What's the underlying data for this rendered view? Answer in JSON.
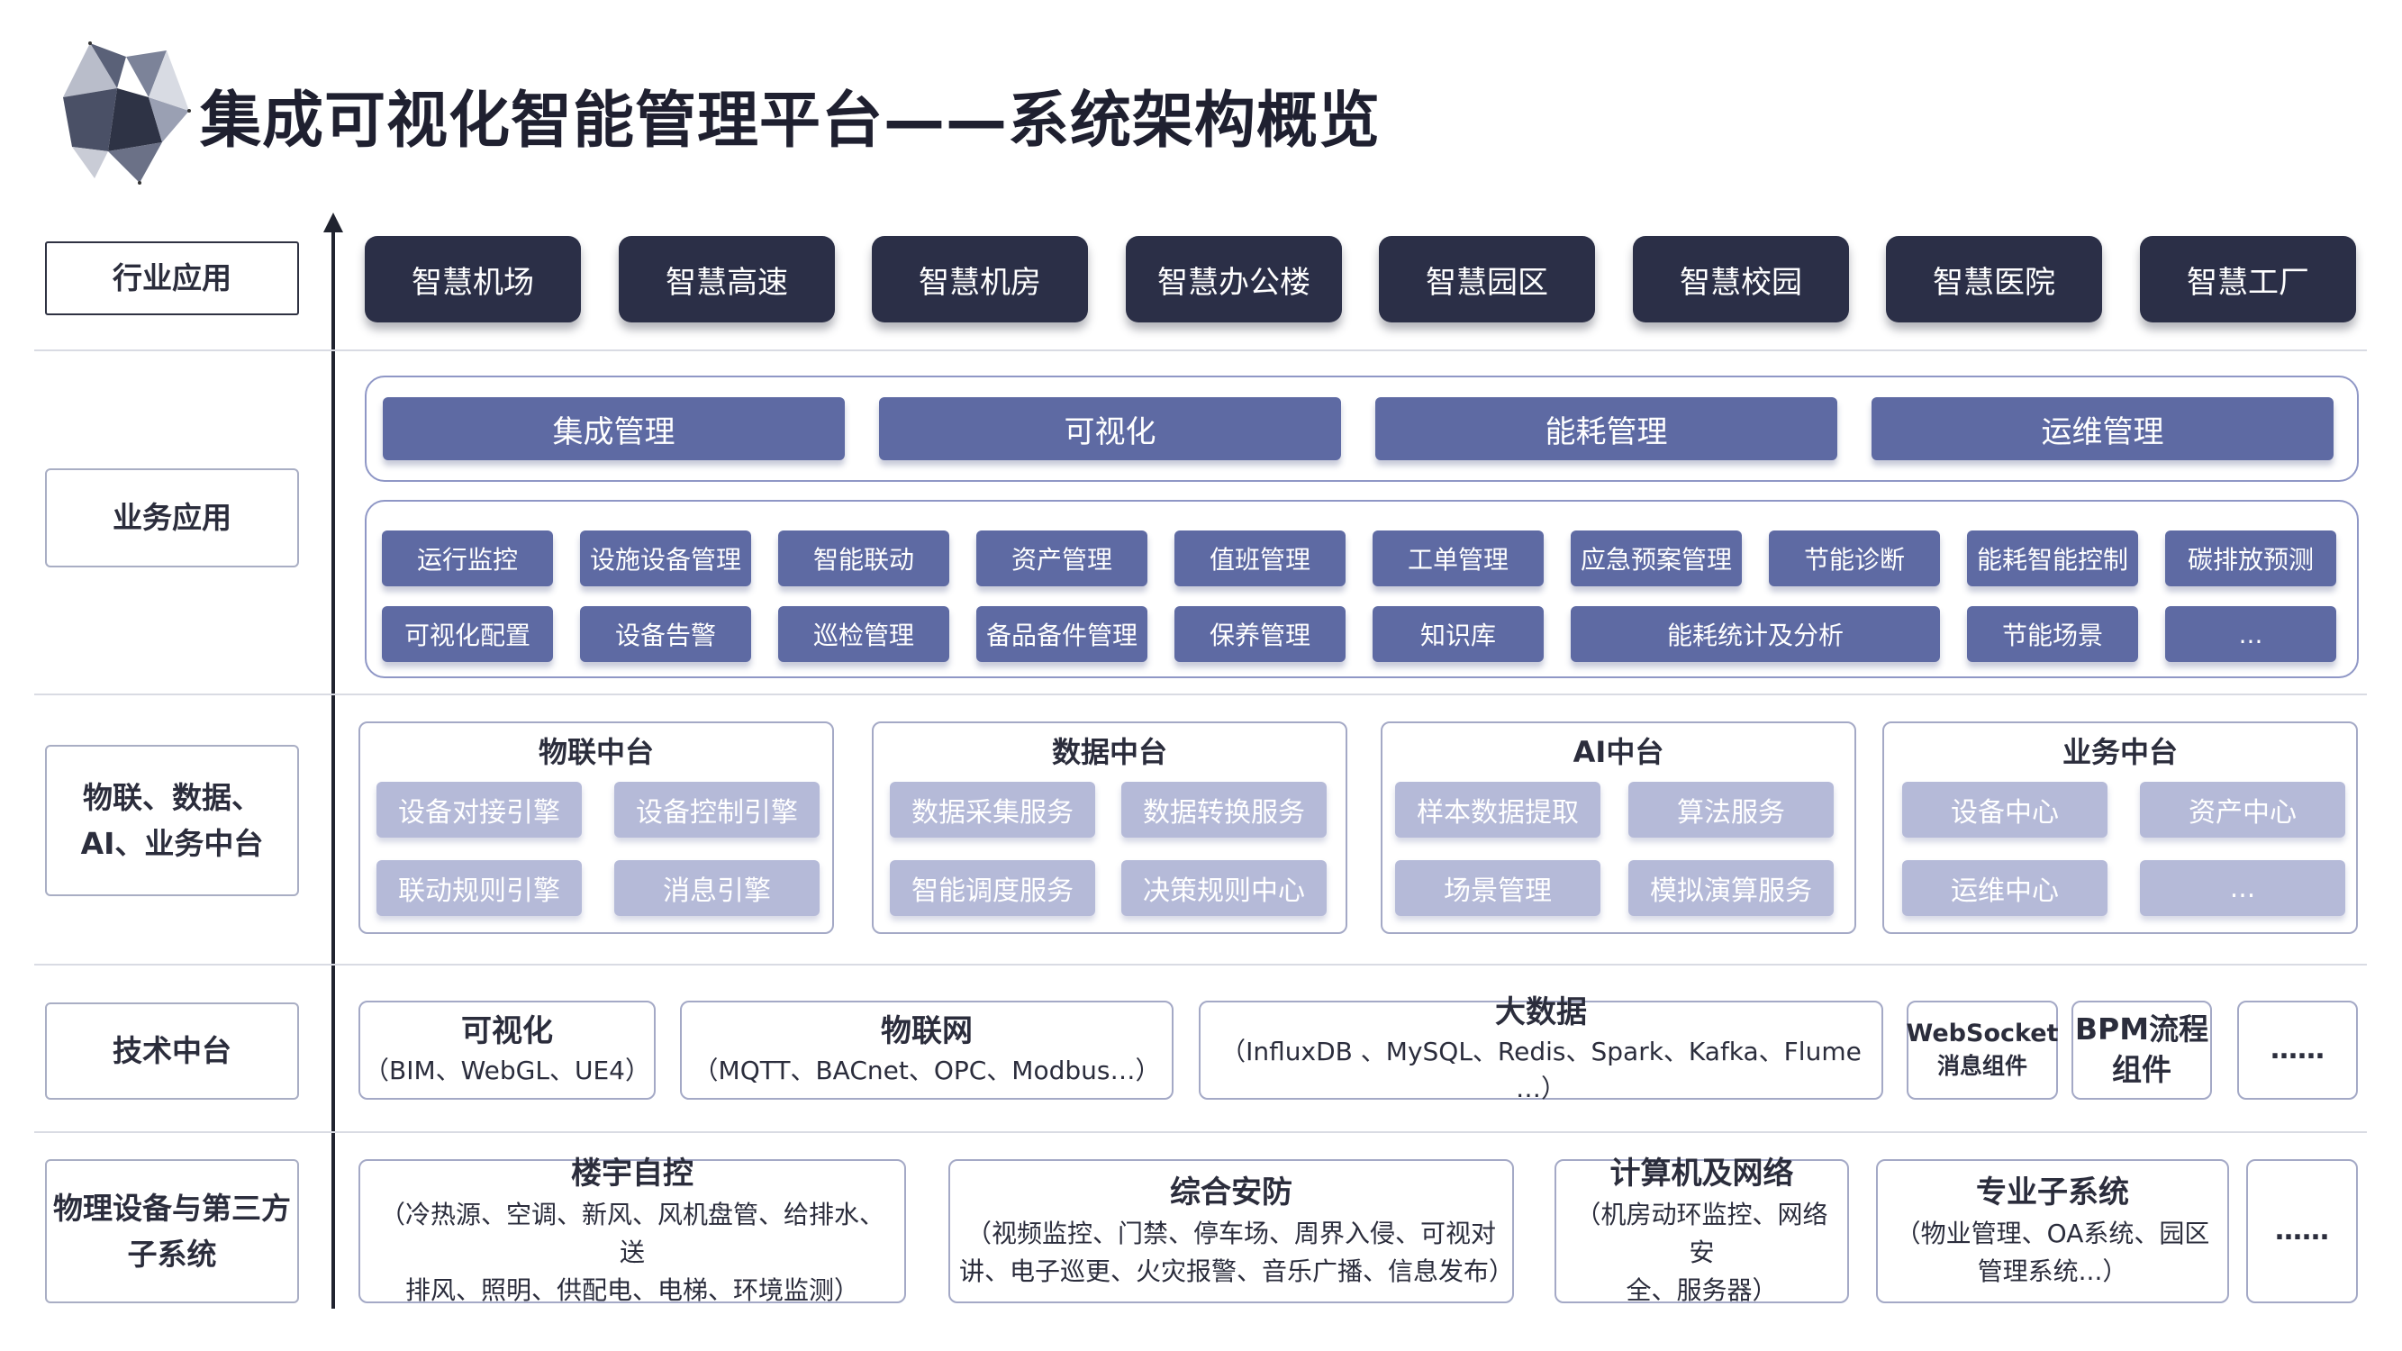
{
  "title": "集成可视化智能管理平台——系统架构概览",
  "colors": {
    "dark_chip": "#2b2f47",
    "biz_chip": "#5e6aa3",
    "mid_chip": "#b5bad8",
    "border": "#a4a9c6"
  },
  "rows": {
    "industry": "行业应用",
    "business": "业务应用",
    "middle_line1": "物联、数据、",
    "middle_line2": "AI、业务中台",
    "tech": "技术中台",
    "physical_line1": "物理设备与第三方",
    "physical_line2": "子系统"
  },
  "industry_apps": [
    "智慧机场",
    "智慧高速",
    "智慧机房",
    "智慧办公楼",
    "智慧园区",
    "智慧校园",
    "智慧医院",
    "智慧工厂"
  ],
  "business_main": [
    "集成管理",
    "可视化",
    "能耗管理",
    "运维管理"
  ],
  "business_row1": [
    "运行监控",
    "设施设备管理",
    "智能联动",
    "资产管理",
    "值班管理",
    "工单管理",
    "应急预案管理",
    "节能诊断",
    "能耗智能控制",
    "碳排放预测"
  ],
  "business_row2": [
    "可视化配置",
    "设备告警",
    "巡检管理",
    "备品备件管理",
    "保养管理",
    "知识库",
    "能耗统计及分析",
    "节能场景",
    "..."
  ],
  "middle_platforms": [
    {
      "title": "物联中台",
      "items": [
        "设备对接引擎",
        "设备控制引擎",
        "联动规则引擎",
        "消息引擎"
      ]
    },
    {
      "title": "数据中台",
      "items": [
        "数据采集服务",
        "数据转换服务",
        "智能调度服务",
        "决策规则中心"
      ]
    },
    {
      "title": "AI中台",
      "items": [
        "样本数据提取",
        "算法服务",
        "场景管理",
        "模拟演算服务"
      ]
    },
    {
      "title": "业务中台",
      "items": [
        "设备中心",
        "资产中心",
        "运维中心",
        "..."
      ]
    }
  ],
  "tech_platform": [
    {
      "title": "可视化",
      "sub": "（BIM、WebGL、UE4）"
    },
    {
      "title": "物联网",
      "sub": "（MQTT、BACnet、OPC、Modbus…）"
    },
    {
      "title": "大数据",
      "sub": "（InfluxDB 、MySQL、Redis、Spark、Kafka、Flume …）"
    },
    {
      "title": "WebSocket",
      "sub": "消息组件"
    },
    {
      "title": "BPM流程",
      "sub": "组件"
    },
    {
      "title": "……",
      "sub": ""
    }
  ],
  "physical": [
    {
      "title": "楼宇自控",
      "line1": "（冷热源、空调、新风、风机盘管、给排水、送",
      "line2": "排风、照明、供配电、电梯、环境监测）"
    },
    {
      "title": "综合安防",
      "line1": "（视频监控、门禁、停车场、周界入侵、可视对",
      "line2": "讲、电子巡更、火灾报警、音乐广播、信息发布）"
    },
    {
      "title": "计算机及网络",
      "line1": "（机房动环监控、网络安",
      "line2": "全、服务器）"
    },
    {
      "title": "专业子系统",
      "line1": "（物业管理、OA系统、园区",
      "line2": "管理系统...）"
    },
    {
      "title": "……",
      "line1": "",
      "line2": ""
    }
  ]
}
